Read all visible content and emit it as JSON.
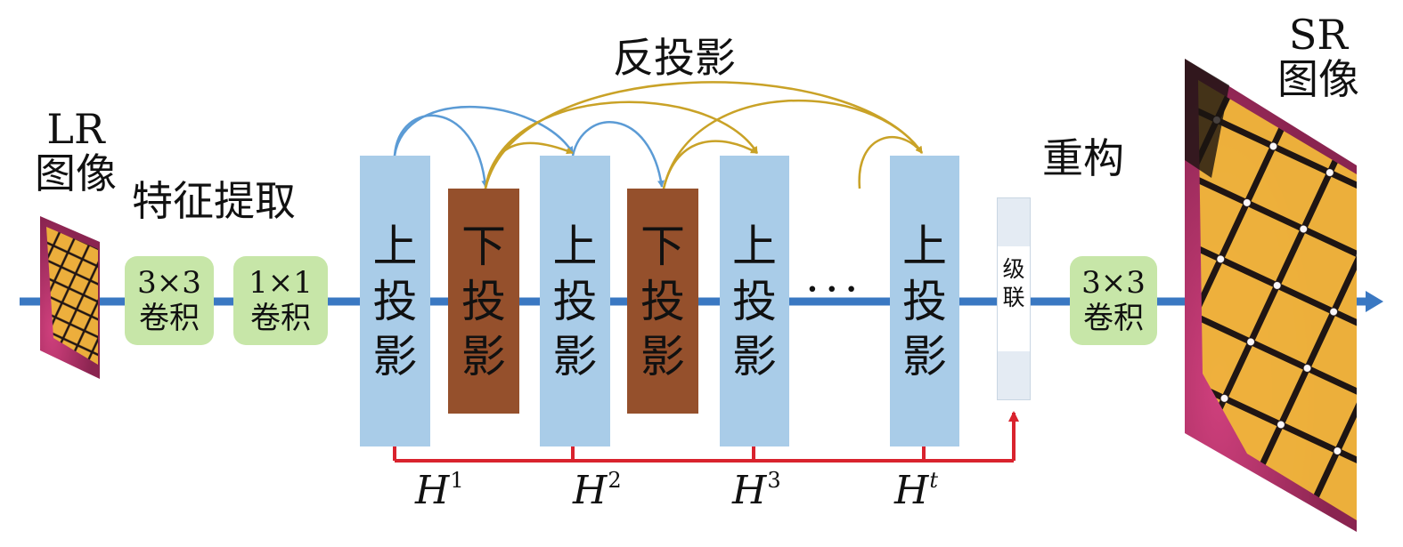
{
  "lr_label": [
    "LR",
    "图像"
  ],
  "sr_label": [
    "SR",
    "图像"
  ],
  "feature_extraction": "特征提取",
  "back_projection": "反投影",
  "reconstruction": "重构",
  "conv_in_1": [
    "3×3",
    "卷积"
  ],
  "conv_in_2": [
    "1×1",
    "卷积"
  ],
  "conv_out": [
    "3×3",
    "卷积"
  ],
  "up_block": [
    "上",
    "投",
    "影"
  ],
  "down_block": [
    "下",
    "投",
    "影"
  ],
  "ellipsis": "···",
  "concat": [
    "级",
    "联"
  ],
  "h_labels": [
    {
      "base": "H",
      "sup": "1"
    },
    {
      "base": "H",
      "sup": "2"
    },
    {
      "base": "H",
      "sup": "3"
    },
    {
      "base": "H",
      "sup": "t"
    }
  ],
  "colors": {
    "pipeline": "#3a78c2",
    "up_projection": "#a9cce8",
    "down_projection": "#95502c",
    "conv": "#c7e6a8",
    "blue_arc": "#5b9bd5",
    "gold_arc": "#c9a227",
    "red_link": "#d9232e"
  },
  "images": [
    "butterfly-lr-image",
    "butterfly-sr-image"
  ]
}
